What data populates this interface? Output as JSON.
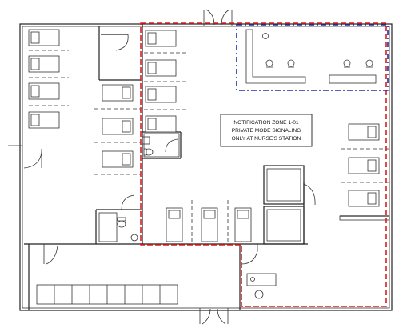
{
  "note": {
    "line1": "NOTIFICATION ZONE 1-01",
    "line2": "PRIVATE MODE SIGNALING",
    "line3": "ONLY AT NURSE'S STATION"
  },
  "colors": {
    "zone_private": "#d81e24",
    "zone_station": "#1e2f9e",
    "walls": "#222222"
  }
}
